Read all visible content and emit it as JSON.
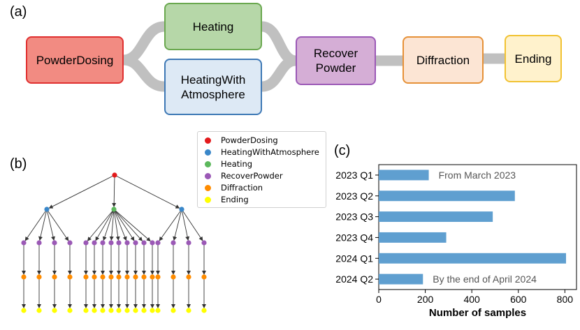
{
  "panels": {
    "a": "(a)",
    "b": "(b)",
    "c": "(c)"
  },
  "workflow": {
    "steps": [
      {
        "id": "dosing",
        "label": "PowderDosing",
        "fill": "#f28b82",
        "border": "#e03030"
      },
      {
        "id": "heating",
        "label": "Heating",
        "fill": "#b6d7a8",
        "border": "#6aa84f"
      },
      {
        "id": "heating_atm",
        "label": "HeatingWith\nAtmosphere",
        "fill": "#dde9f5",
        "border": "#3d78b5"
      },
      {
        "id": "recover",
        "label": "Recover\nPowder",
        "fill": "#d5aed6",
        "border": "#9b59b6"
      },
      {
        "id": "diffraction",
        "label": "Diffraction",
        "fill": "#fce5d4",
        "border": "#e69138"
      },
      {
        "id": "ending",
        "label": "Ending",
        "fill": "#fff2cc",
        "border": "#f1c232"
      }
    ],
    "connector_color": "#c0c0c0"
  },
  "tree": {
    "node_colors": {
      "PowderDosing": "#e31a1c",
      "HeatingWithAtmosphere": "#3a87c9",
      "Heating": "#5cb85c",
      "RecoverPowder": "#9b59b6",
      "Diffraction": "#ff8c00",
      "Ending": "#ffff00"
    },
    "branches": [
      {
        "type": "HeatingWithAtmosphere",
        "children": 4
      },
      {
        "type": "Heating",
        "children": 9
      },
      {
        "type": "HeatingWithAtmosphere",
        "children": 4
      }
    ],
    "legend": [
      {
        "label": "PowderDosing",
        "color": "#e31a1c"
      },
      {
        "label": "HeatingWithAtmosphere",
        "color": "#3a87c9"
      },
      {
        "label": "Heating",
        "color": "#5cb85c"
      },
      {
        "label": "RecoverPowder",
        "color": "#9b59b6"
      },
      {
        "label": "Diffraction",
        "color": "#ff8c00"
      },
      {
        "label": "Ending",
        "color": "#ffff00"
      }
    ]
  },
  "chart_data": {
    "type": "bar",
    "orientation": "horizontal",
    "categories": [
      "2023 Q1",
      "2023 Q2",
      "2023 Q3",
      "2023 Q4",
      "2024 Q1",
      "2024 Q2"
    ],
    "values": [
      215,
      585,
      490,
      290,
      805,
      190
    ],
    "xlabel": "Number of samples",
    "xlim": [
      0,
      850
    ],
    "xticks": [
      0,
      200,
      400,
      600,
      800
    ],
    "bar_color": "#5f9fd0",
    "annotations": [
      {
        "text": "From March 2023",
        "category": "2023 Q1"
      },
      {
        "text": "By the end of April 2024",
        "category": "2024 Q2"
      }
    ],
    "grid": false
  }
}
